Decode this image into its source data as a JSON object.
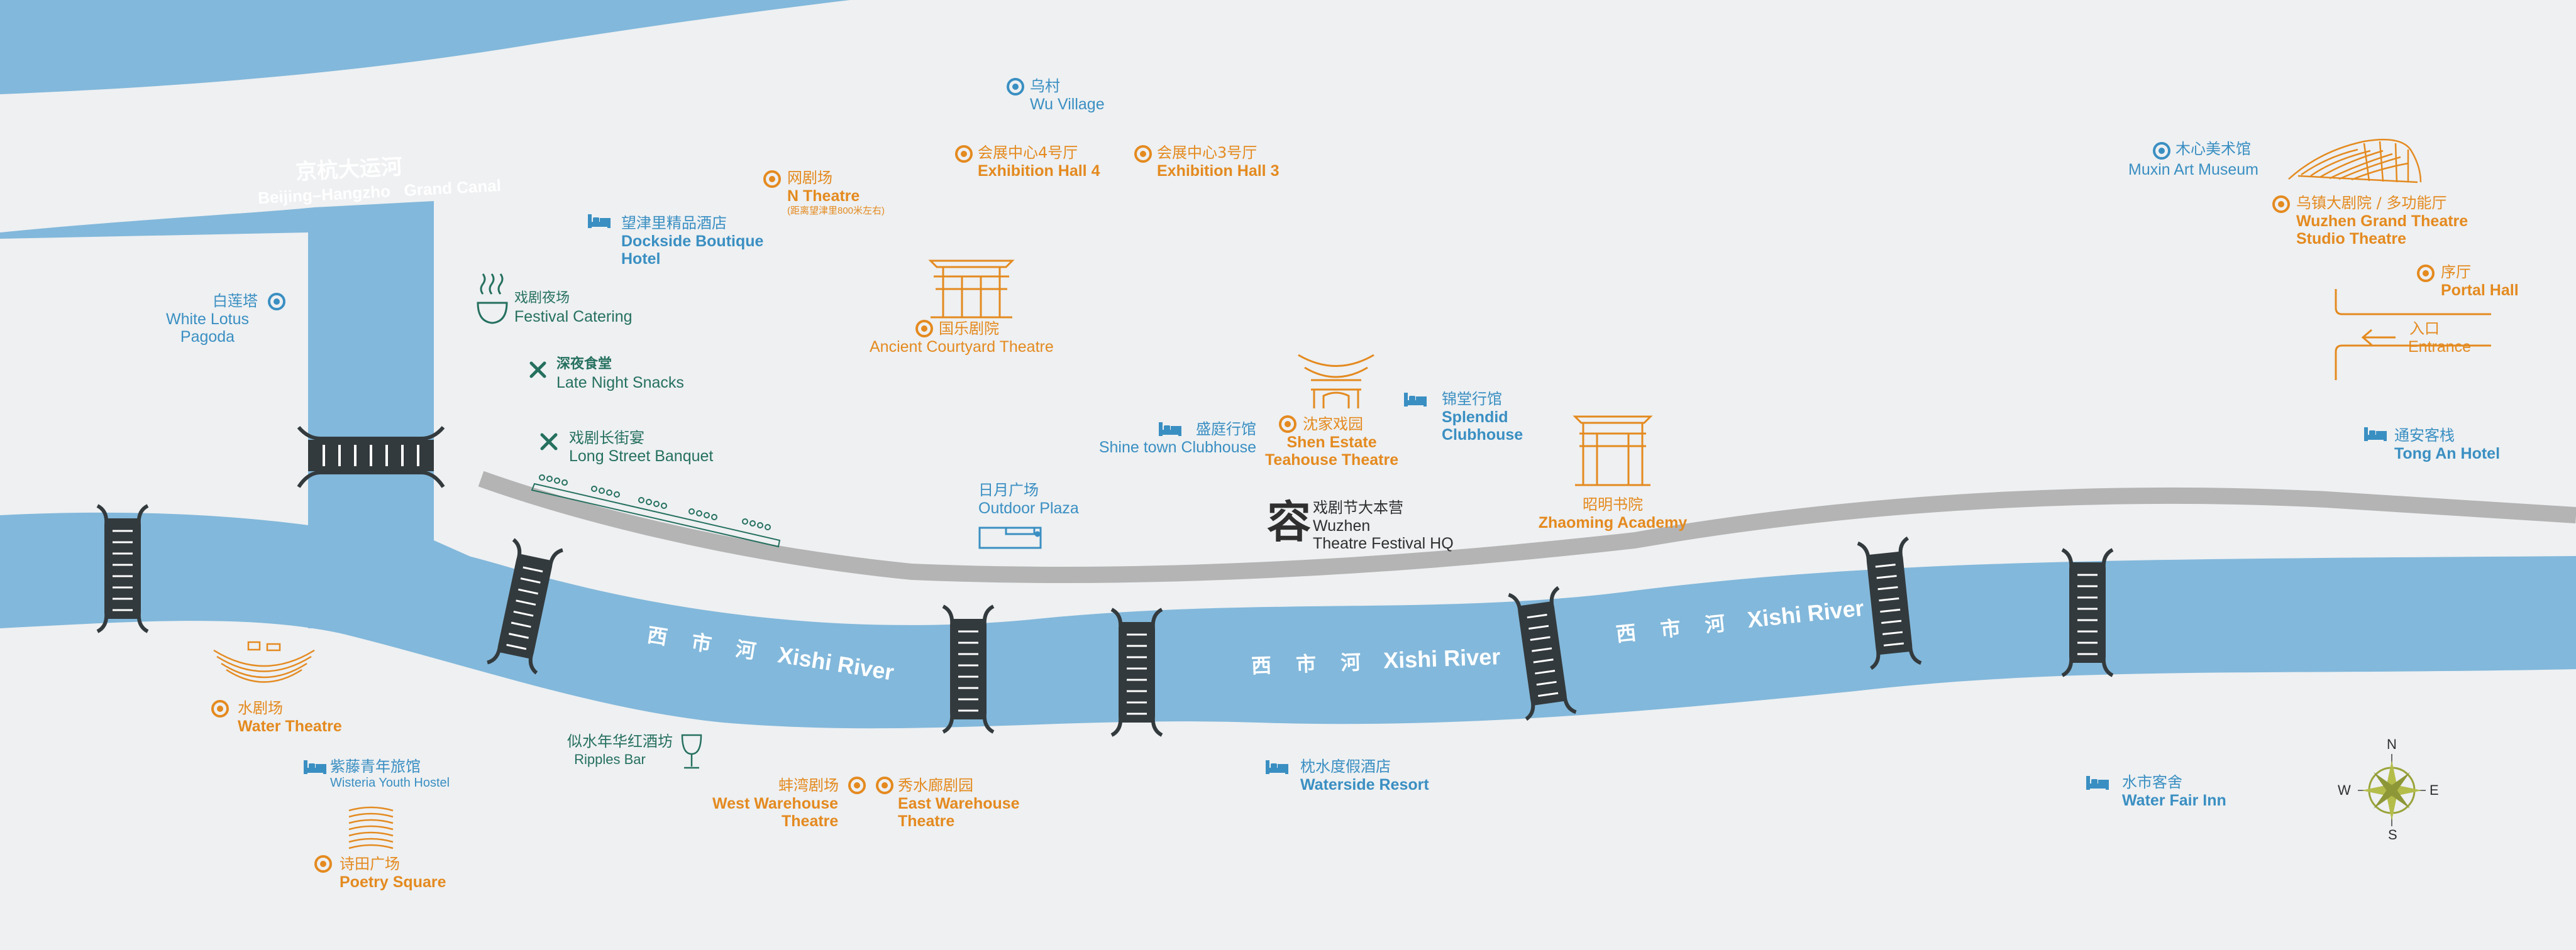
{
  "map": {
    "colors": {
      "water": "#82b8db",
      "background": "#eef0f2",
      "poi_blue": "#3a8fc2",
      "poi_orange": "#e48a1f",
      "poi_green": "#25705f",
      "road": "#b4b4b4",
      "bridge": "#333a3d"
    },
    "rivers": {
      "grand_canal": {
        "zh": "京杭大运河",
        "en": "Beijing–Hangzho   Grand Canal"
      },
      "xishi_river": {
        "zh": "西 市 河",
        "en": "Xishi River"
      }
    },
    "compass": {
      "n": "N",
      "s": "S",
      "e": "E",
      "w": "W"
    },
    "pois": {
      "wu_village": {
        "zh": "乌村",
        "en": "Wu Village"
      },
      "exhibition_hall_4": {
        "zh": "会展中心4号厅",
        "en": "Exhibition Hall 4"
      },
      "exhibition_hall_3": {
        "zh": "会展中心3号厅",
        "en": "Exhibition Hall 3"
      },
      "n_theatre": {
        "zh": "网剧场",
        "en": "N Theatre",
        "note": "(距离望津里800米左右)"
      },
      "dockside_hotel": {
        "zh": "望津里精品酒店",
        "en1": "Dockside Boutique",
        "en2": "Hotel"
      },
      "white_lotus_pagoda": {
        "zh": "白莲塔",
        "en1": "White Lotus",
        "en2": "Pagoda"
      },
      "festival_catering": {
        "zh": "戏剧夜场",
        "en": "Festival Catering"
      },
      "late_night_snacks": {
        "zh": "深夜食堂",
        "en": "Late Night Snacks"
      },
      "long_street_banquet": {
        "zh": "戏剧长街宴",
        "en": "Long Street Banquet"
      },
      "ancient_courtyard": {
        "zh": "国乐剧院",
        "en": "Ancient Courtyard Theatre"
      },
      "outdoor_plaza": {
        "zh": "日月广场",
        "en": "Outdoor Plaza"
      },
      "shinetown": {
        "zh": "盛庭行馆",
        "en": "Shine town Clubhouse"
      },
      "shen_estate": {
        "zh": "沈家戏园",
        "en1": "Shen Estate",
        "en2": "Teahouse Theatre"
      },
      "splendid": {
        "zh": "锦堂行馆",
        "en1": "Splendid",
        "en2": "Clubhouse"
      },
      "festival_hq": {
        "glyph": "容",
        "zh": "戏剧节大本营",
        "en1": "Wuzhen",
        "en2": "Theatre Festival HQ"
      },
      "zhaoming": {
        "zh": "昭明书院",
        "en": "Zhaoming Academy"
      },
      "muxin": {
        "zh": "木心美术馆",
        "en": "Muxin Art Museum"
      },
      "grand_theatre": {
        "zh": "乌镇大剧院 / 多功能厅",
        "en1": "Wuzhen Grand Theatre",
        "en2": "Studio Theatre"
      },
      "portal_hall": {
        "zh": "序厅",
        "en": "Portal Hall"
      },
      "entrance": {
        "zh": "入口",
        "en": "Entrance"
      },
      "tong_an": {
        "zh": "通安客栈",
        "en": "Tong An Hotel"
      },
      "water_theatre": {
        "zh": "水剧场",
        "en": "Water Theatre"
      },
      "wisteria": {
        "zh": "紫藤青年旅馆",
        "en": "Wisteria Youth Hostel"
      },
      "poetry_square": {
        "zh": "诗田广场",
        "en": "Poetry Square"
      },
      "ripples_bar": {
        "zh": "似水年华红酒坊",
        "en": "Ripples Bar"
      },
      "west_warehouse": {
        "zh": "蚌湾剧场",
        "en1": "West Warehouse",
        "en2": "Theatre"
      },
      "east_warehouse": {
        "zh": "秀水廊剧园",
        "en1": "East Warehouse",
        "en2": "Theatre"
      },
      "waterside": {
        "zh": "枕水度假酒店",
        "en": "Waterside Resort"
      },
      "water_fair": {
        "zh": "水市客舍",
        "en": "Water Fair Inn"
      }
    }
  }
}
